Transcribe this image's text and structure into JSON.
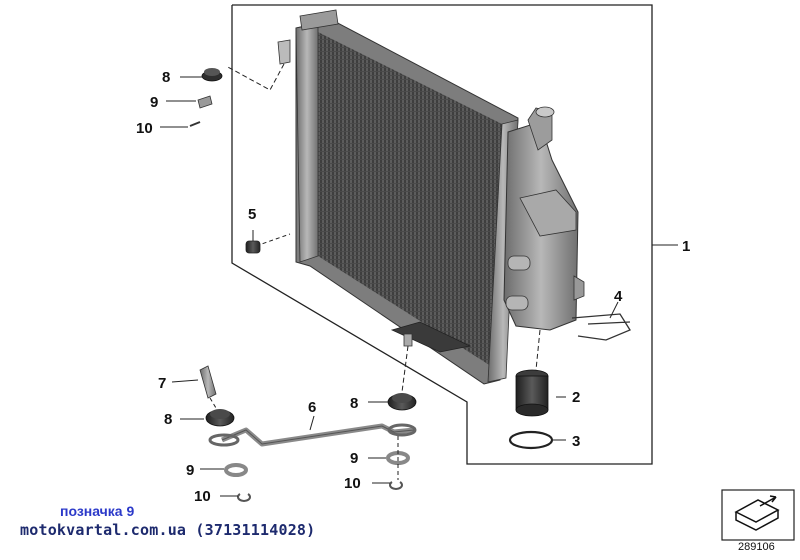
{
  "callouts": [
    {
      "id": "1",
      "label": "1"
    },
    {
      "id": "2",
      "label": "2"
    },
    {
      "id": "3",
      "label": "3"
    },
    {
      "id": "4",
      "label": "4"
    },
    {
      "id": "5",
      "label": "5"
    },
    {
      "id": "6",
      "label": "6"
    },
    {
      "id": "7",
      "label": "7"
    },
    {
      "id": "8a",
      "label": "8"
    },
    {
      "id": "9a",
      "label": "9"
    },
    {
      "id": "10a",
      "label": "10"
    },
    {
      "id": "8b",
      "label": "8"
    },
    {
      "id": "9b",
      "label": "9"
    },
    {
      "id": "10b",
      "label": "10"
    },
    {
      "id": "8c",
      "label": "8"
    },
    {
      "id": "9c",
      "label": "9"
    },
    {
      "id": "10c",
      "label": "10"
    }
  ],
  "watermark": {
    "line1": "позначка 9",
    "line2": "motokvartal.com.ua (37131114028)"
  },
  "diagram_number": "289106",
  "colors": {
    "accent_text": "#2b39c9",
    "watermark_text": "#1d2a6e",
    "metal": "#8a8a8a",
    "dark_part": "#2f2f2f"
  }
}
